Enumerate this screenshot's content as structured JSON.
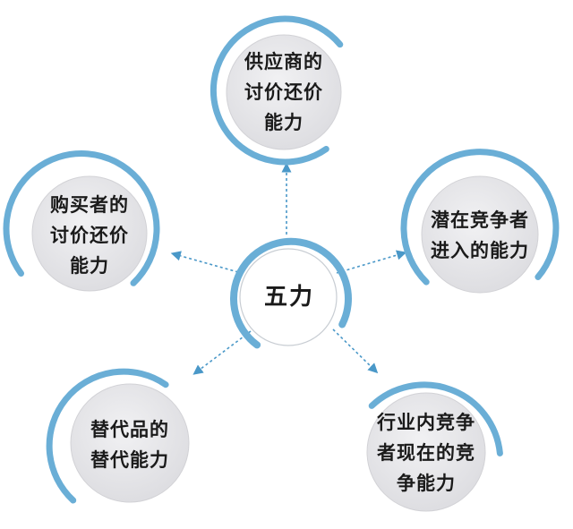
{
  "diagram": {
    "center_label": "五力",
    "nodes": [
      {
        "id": "supplier",
        "lines": [
          "供应商的",
          "讨价还价",
          "能力"
        ]
      },
      {
        "id": "buyer",
        "lines": [
          "购买者的",
          "讨价还价",
          "能力"
        ]
      },
      {
        "id": "new-entrant",
        "lines": [
          "潜在竞争者",
          "进入的能力"
        ]
      },
      {
        "id": "substitute",
        "lines": [
          "替代品的",
          "替代能力"
        ]
      },
      {
        "id": "rivalry",
        "lines": [
          "行业内竞争",
          "者现在的竞",
          "争能力"
        ]
      }
    ],
    "colors": {
      "ring": "#6aaed6",
      "disc": "#e6e6e8",
      "disc_edge": "#d2d2d6",
      "arrow": "#4a98c8",
      "center_disc": "#ffffff",
      "text": "#1a1a1a"
    }
  }
}
